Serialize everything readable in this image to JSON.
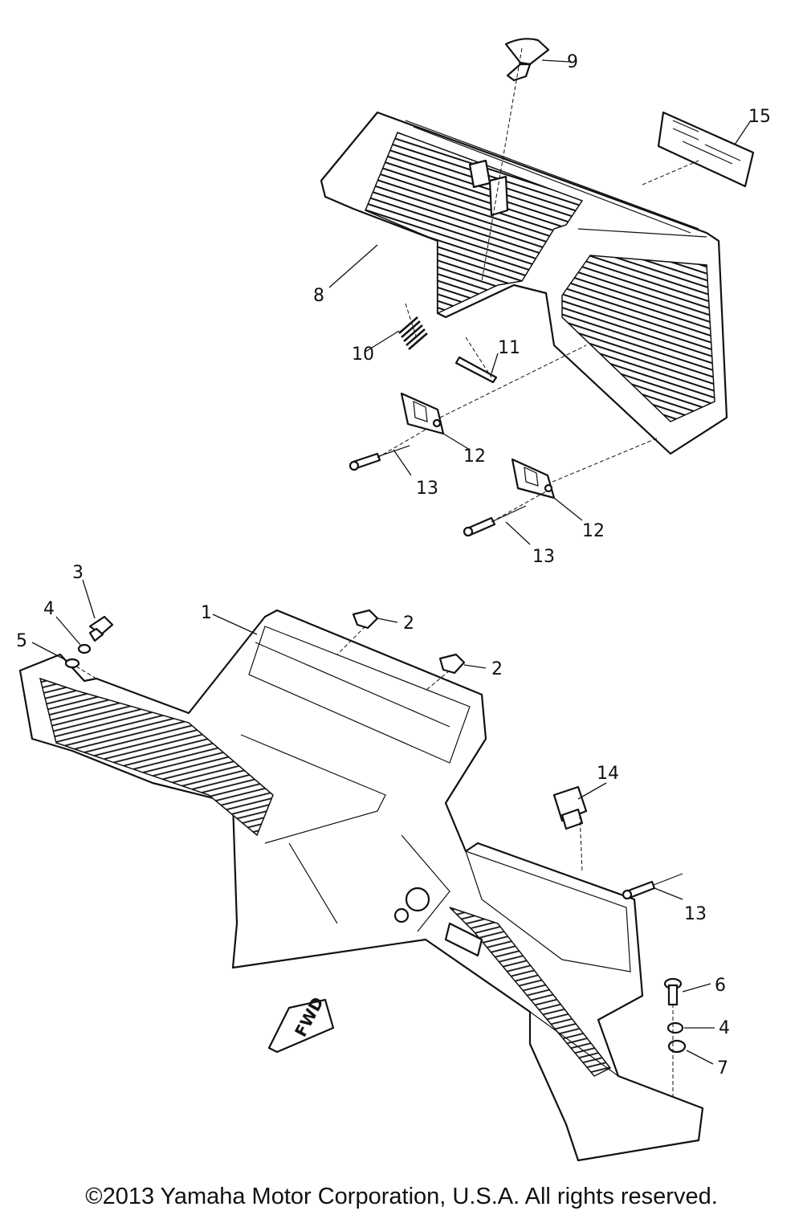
{
  "callouts": {
    "c1": "1",
    "c2a": "2",
    "c2b": "2",
    "c3": "3",
    "c4a": "4",
    "c4b": "4",
    "c5": "5",
    "c6": "6",
    "c7": "7",
    "c8": "8",
    "c9": "9",
    "c10": "10",
    "c11": "11",
    "c12a": "12",
    "c12b": "12",
    "c13a": "13",
    "c13b": "13",
    "c13c": "13",
    "c14": "14",
    "c15": "15"
  },
  "fwd_mark": "FWD",
  "copyright": "©2013 Yamaha Motor Corporation, U.S.A. All rights reserved."
}
